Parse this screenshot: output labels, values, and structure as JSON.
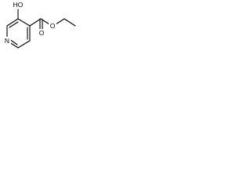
{
  "structure": {
    "colors": {
      "background": "#ffffff",
      "bond": "#000000",
      "label": "#000000"
    },
    "labels": {
      "nitrogen": "N",
      "hydroxyl": "HO",
      "carbonyl_oxygen": "O",
      "ester_oxygen": "O"
    }
  }
}
